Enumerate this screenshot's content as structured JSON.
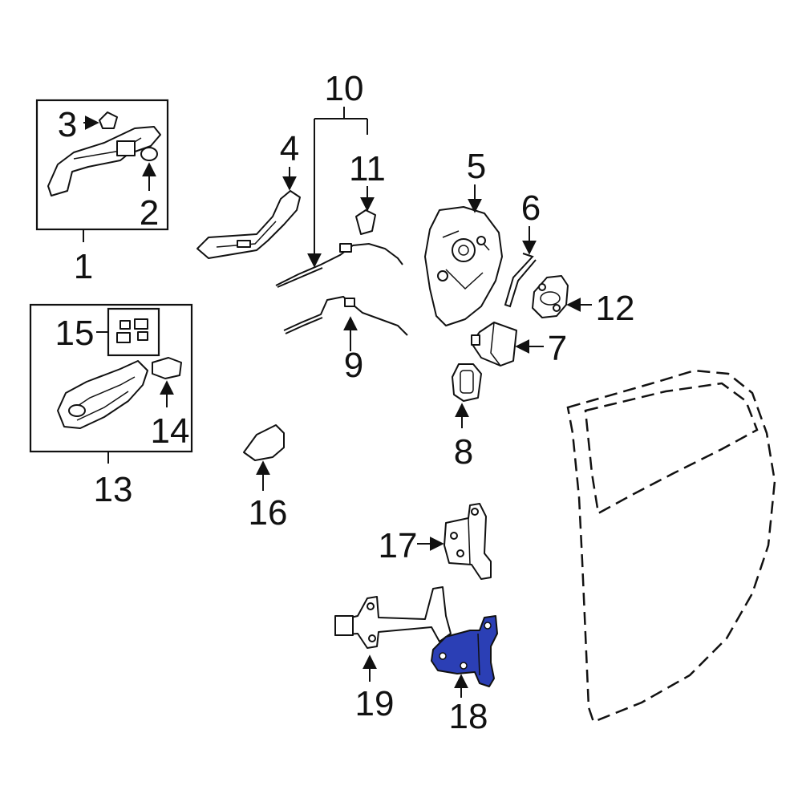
{
  "callouts": {
    "c1": "1",
    "c2": "2",
    "c3": "3",
    "c4": "4",
    "c5": "5",
    "c6": "6",
    "c7": "7",
    "c8": "8",
    "c9": "9",
    "c10": "10",
    "c11": "11",
    "c12": "12",
    "c13": "13",
    "c14": "14",
    "c15": "15",
    "c16": "16",
    "c17": "17",
    "c18": "18",
    "c19": "19"
  },
  "colors": {
    "line": "#111111",
    "highlight": "#2b3fb5",
    "background": "#ffffff"
  },
  "highlighted_part": "18"
}
